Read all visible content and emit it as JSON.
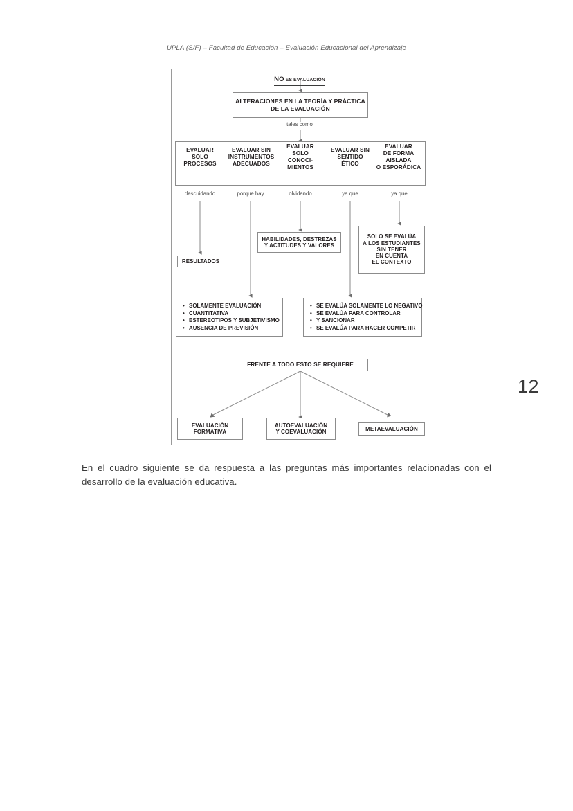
{
  "document": {
    "running_head": "UPLA (S/F) – Facultad de Educación – Evaluación Educacional del Aprendizaje",
    "page_number": "12",
    "body_paragraph": "En el cuadro siguiente se da respuesta a las preguntas más importantes relacionadas con el desarrollo de la evaluación educativa."
  },
  "figure": {
    "title_strong": "NO",
    "title_rest": " ES EVALUACIÓN",
    "root_box": {
      "line1": "ALTERACIONES EN LA TEORÍA Y PRÁCTICA",
      "line2": "DE LA EVALUACIÓN"
    },
    "connector_tales_como": "tales como",
    "columns": [
      {
        "lines": [
          "EVALUAR",
          "SOLO",
          "PROCESOS"
        ],
        "connector": "descuidando"
      },
      {
        "lines": [
          "EVALUAR SIN",
          "INSTRUMENTOS",
          "ADECUADOS"
        ],
        "connector": "porque hay"
      },
      {
        "lines": [
          "EVALUAR",
          "SOLO",
          "CONOCI-",
          "MIENTOS"
        ],
        "connector": "olvidando"
      },
      {
        "lines": [
          "EVALUAR SIN",
          "SENTIDO",
          "ÉTICO"
        ],
        "connector": "ya que"
      },
      {
        "lines": [
          "EVALUAR",
          "DE FORMA",
          "AISLADA",
          "O ESPORÁDICA"
        ],
        "connector": "ya que"
      }
    ],
    "resultados_box": {
      "lines": [
        "RESULTADOS"
      ]
    },
    "habilidades_box": {
      "lines": [
        "HABILIDADES, DESTREZAS",
        "Y ACTITUDES Y VALORES"
      ]
    },
    "solo_se_evalua_box": {
      "lines": [
        "SOLO SE EVALÚA",
        "A LOS ESTUDIANTES",
        "SIN TENER",
        "EN CUENTA",
        "EL CONTEXTO"
      ]
    },
    "bullets_left": [
      "SOLAMENTE EVALUACIÓN",
      "CUANTITATIVA",
      "ESTEREOTIPOS Y SUBJETIVISMO",
      "AUSENCIA DE PREVISIÓN"
    ],
    "bullets_right": [
      "SE EVALÚA SOLAMENTE LO NEGATIVO",
      "SE EVALÚA PARA CONTROLAR",
      "Y SANCIONAR",
      "SE EVALÚA PARA HACER COMPETIR"
    ],
    "frente_box": {
      "lines": [
        "FRENTE A TODO ESTO SE REQUIERE"
      ]
    },
    "outcomes": [
      {
        "lines": [
          "EVALUACIÓN",
          "FORMATIVA"
        ]
      },
      {
        "lines": [
          "AUTOEVALUACIÓN",
          "Y COEVALUACIÓN"
        ]
      },
      {
        "lines": [
          "METAEVALUACIÓN"
        ]
      }
    ]
  },
  "colors": {
    "text": "#231f20",
    "border": "#8c8c8c",
    "frame": "#9a9a9a",
    "muted_text": "#4b4b4b"
  }
}
